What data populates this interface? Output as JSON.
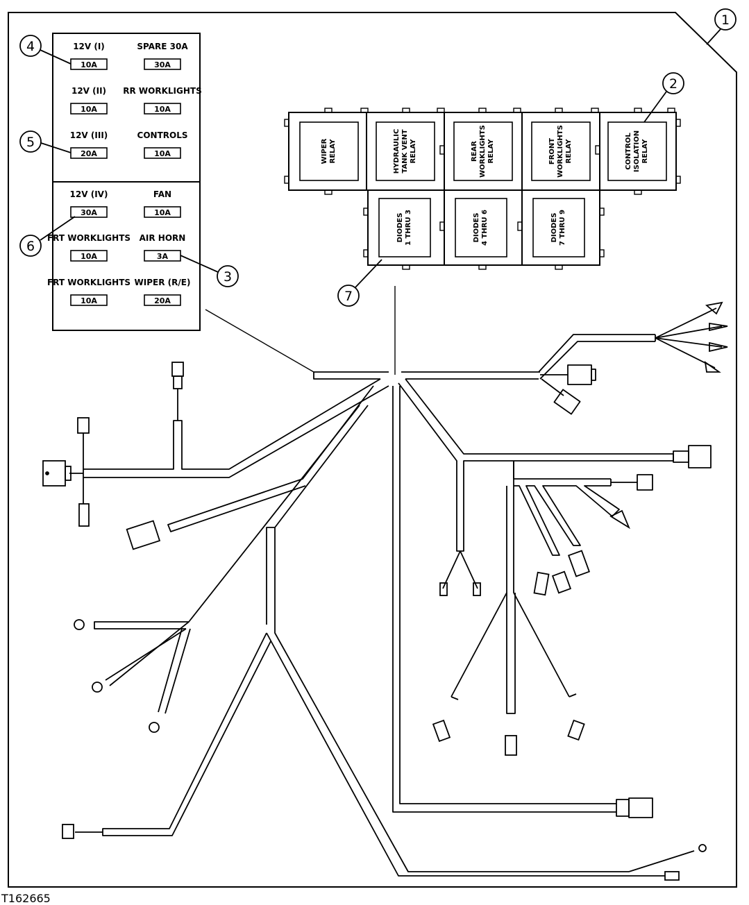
{
  "figure_id": "T162665",
  "fuse_block": {
    "upper": [
      {
        "label": "12V (I)",
        "value": "10A"
      },
      {
        "label": "SPARE 30A",
        "value": "30A"
      },
      {
        "label": "12V (II)",
        "value": "10A"
      },
      {
        "label": "RR WORKLIGHTS",
        "value": "10A"
      },
      {
        "label": "12V (III)",
        "value": "20A"
      },
      {
        "label": "CONTROLS",
        "value": "10A"
      }
    ],
    "lower": [
      {
        "label": "12V (IV)",
        "value": "30A"
      },
      {
        "label": "FAN",
        "value": "10A"
      },
      {
        "label": "FRT WORKLIGHTS",
        "value": "10A"
      },
      {
        "label": "AIR HORN",
        "value": "3A"
      },
      {
        "label": "FRT WORKLIGHTS",
        "value": "10A"
      },
      {
        "label": "WIPER (R/E)",
        "value": "20A"
      }
    ]
  },
  "relays": [
    {
      "line1": "WIPER",
      "line2": "RELAY",
      "line3": ""
    },
    {
      "line1": "HYDRAULIC",
      "line2": "TANK VENT",
      "line3": "RELAY"
    },
    {
      "line1": "REAR",
      "line2": "WORKLIGHTS",
      "line3": "RELAY"
    },
    {
      "line1": "FRONT",
      "line2": "WORKLIGHTS",
      "line3": "RELAY"
    },
    {
      "line1": "CONTROL",
      "line2": "ISOLATION",
      "line3": "RELAY"
    }
  ],
  "diodes": [
    {
      "line1": "DIODES",
      "line2": "1 THRU 3"
    },
    {
      "line1": "DIODES",
      "line2": "4 THRU 6"
    },
    {
      "line1": "DIODES",
      "line2": "7 THRU 9"
    }
  ],
  "callouts": [
    "1",
    "2",
    "3",
    "4",
    "5",
    "6",
    "7"
  ]
}
